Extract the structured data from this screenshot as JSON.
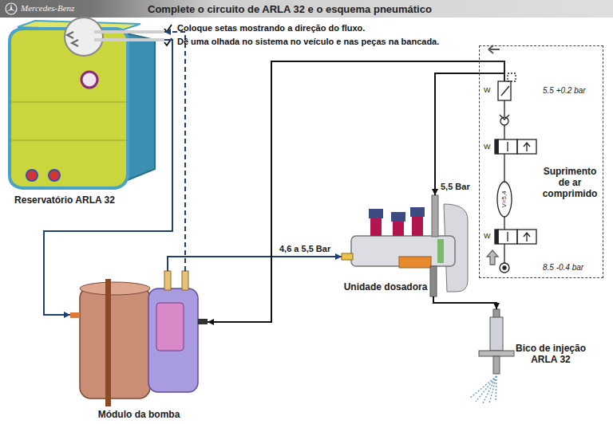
{
  "diagram": {
    "title": "Complete o circuito de ARLA 32 e o esquema pneumático",
    "nodes": [
      {
        "text": [
          "Reservatório ARLA 32"
        ]
      },
      {
        "text": [
          "Suprimento de ar comprimido"
        ]
      },
      {
        "text": [
          "Unidade dosadora"
        ]
      },
      {
        "text": [
          "Módulo da bomba"
        ]
      },
      {
        "text": [
          "Bico de injeção ARLA 32"
        ]
      }
    ],
    "edges": [
      {
        "from": 0,
        "to": 3,
        "arrow": "to"
      },
      {
        "from": 3,
        "to": 0,
        "arrow": "to"
      },
      {
        "from": 3,
        "to": 2,
        "label": "4,6 a 5,5 Bar",
        "arrow": "to"
      },
      {
        "from": 1,
        "to": 3,
        "arrow": "to"
      },
      {
        "from": 1,
        "to": 2,
        "label": "5,5 Bar",
        "arrow": "to"
      },
      {
        "from": 2,
        "to": 4,
        "arrow": "to"
      }
    ],
    "labels": [
      "Mercedes-Benz",
      "Coloque setas mostrando a direção do fluxo.",
      "Dê uma olhada no sistema no veículo e nas peças na bancada.",
      "5.5 +0.2 bar",
      "W",
      "W",
      "V=5,4",
      "W",
      "8.5 -0.4 bar"
    ]
  }
}
